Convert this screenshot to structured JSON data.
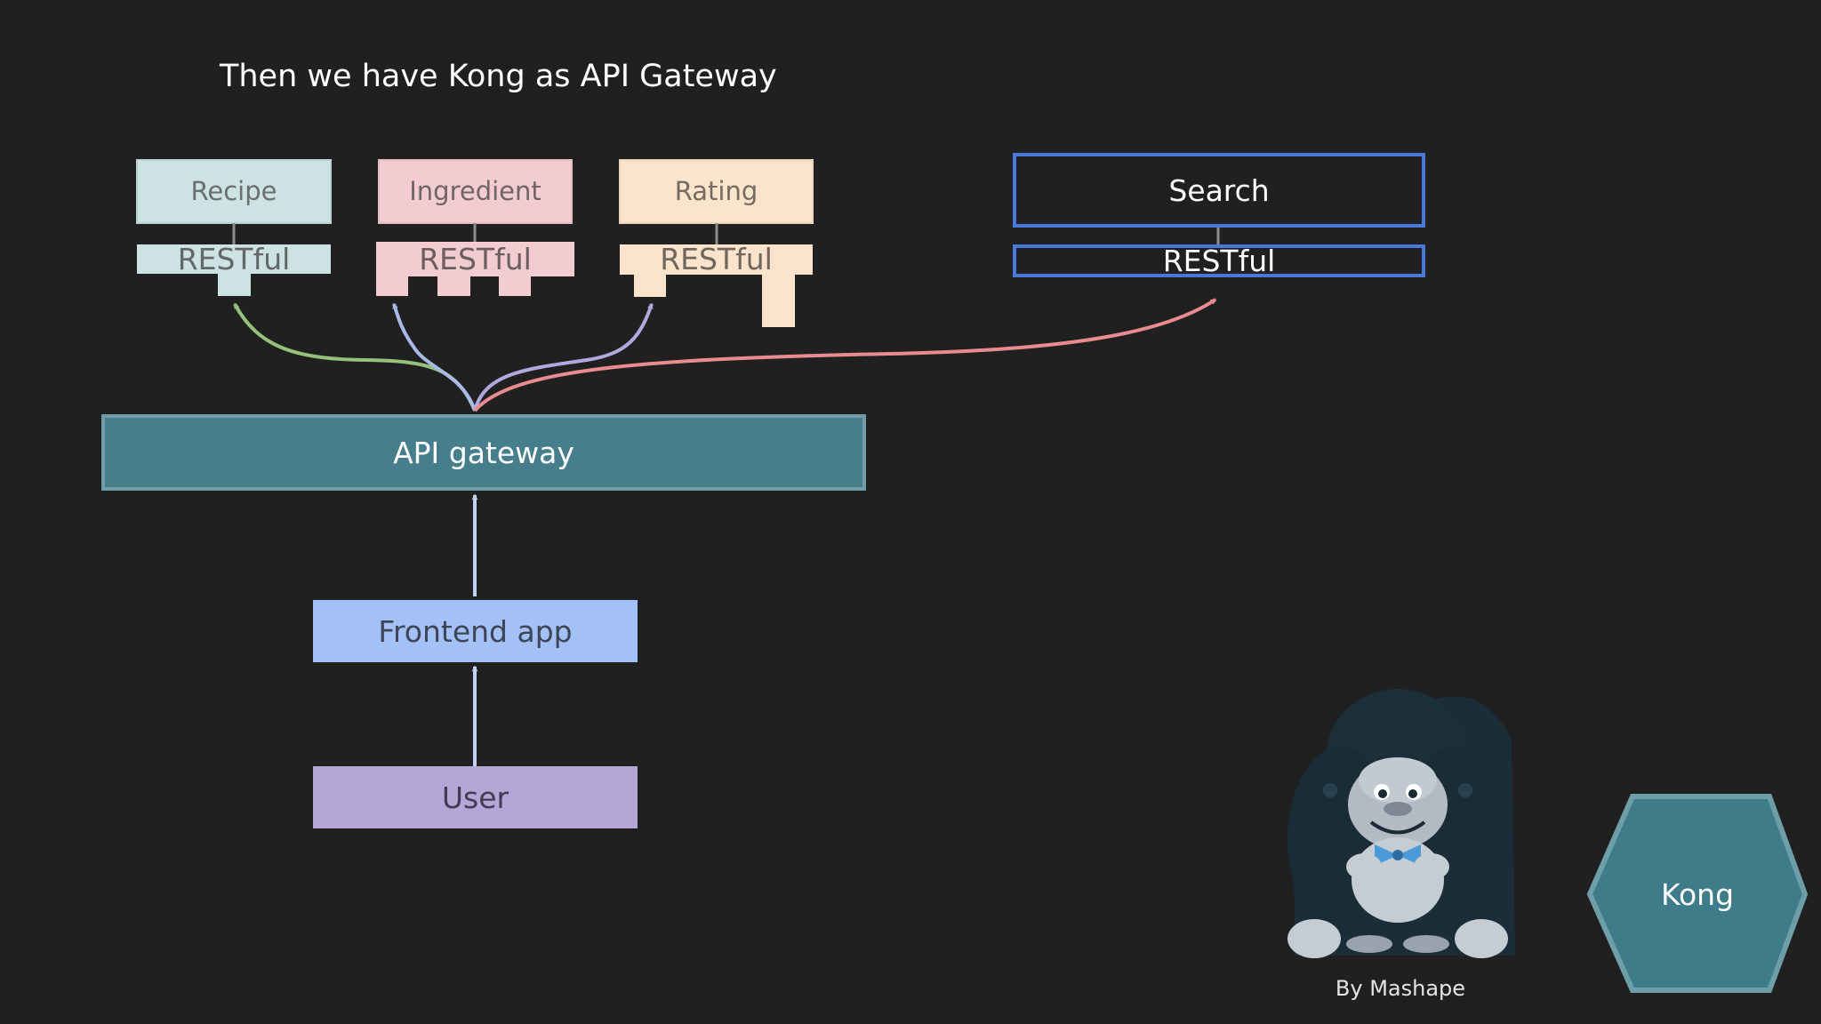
{
  "slide": {
    "title": "Then we have Kong as API Gateway"
  },
  "services": [
    {
      "name": "Recipe",
      "api_label": "RESTful",
      "color": "#cde2e2"
    },
    {
      "name": "Ingredient",
      "api_label": "RESTful",
      "color": "#f2ccd0"
    },
    {
      "name": "Rating",
      "api_label": "RESTful",
      "color": "#fce3cb"
    }
  ],
  "search": {
    "name": "Search",
    "api_label": "RESTful",
    "border_color": "#4a78d6"
  },
  "gateway": {
    "label": "API gateway",
    "color": "#467f8b"
  },
  "frontend": {
    "label": "Frontend app",
    "color": "#a3c1f7"
  },
  "user": {
    "label": "User",
    "color": "#b4a6d6"
  },
  "mascot": {
    "icon": "gorilla-mascot-icon",
    "caption": "By Mashape"
  },
  "kong": {
    "label": "Kong",
    "color": "#3f7c89"
  },
  "arrow_colors": {
    "recipe": "#94c27a",
    "ingredient": "#a9b9ea",
    "rating": "#b2a8e0",
    "search": "#e98c91",
    "vertical": "#c2d2f3"
  }
}
